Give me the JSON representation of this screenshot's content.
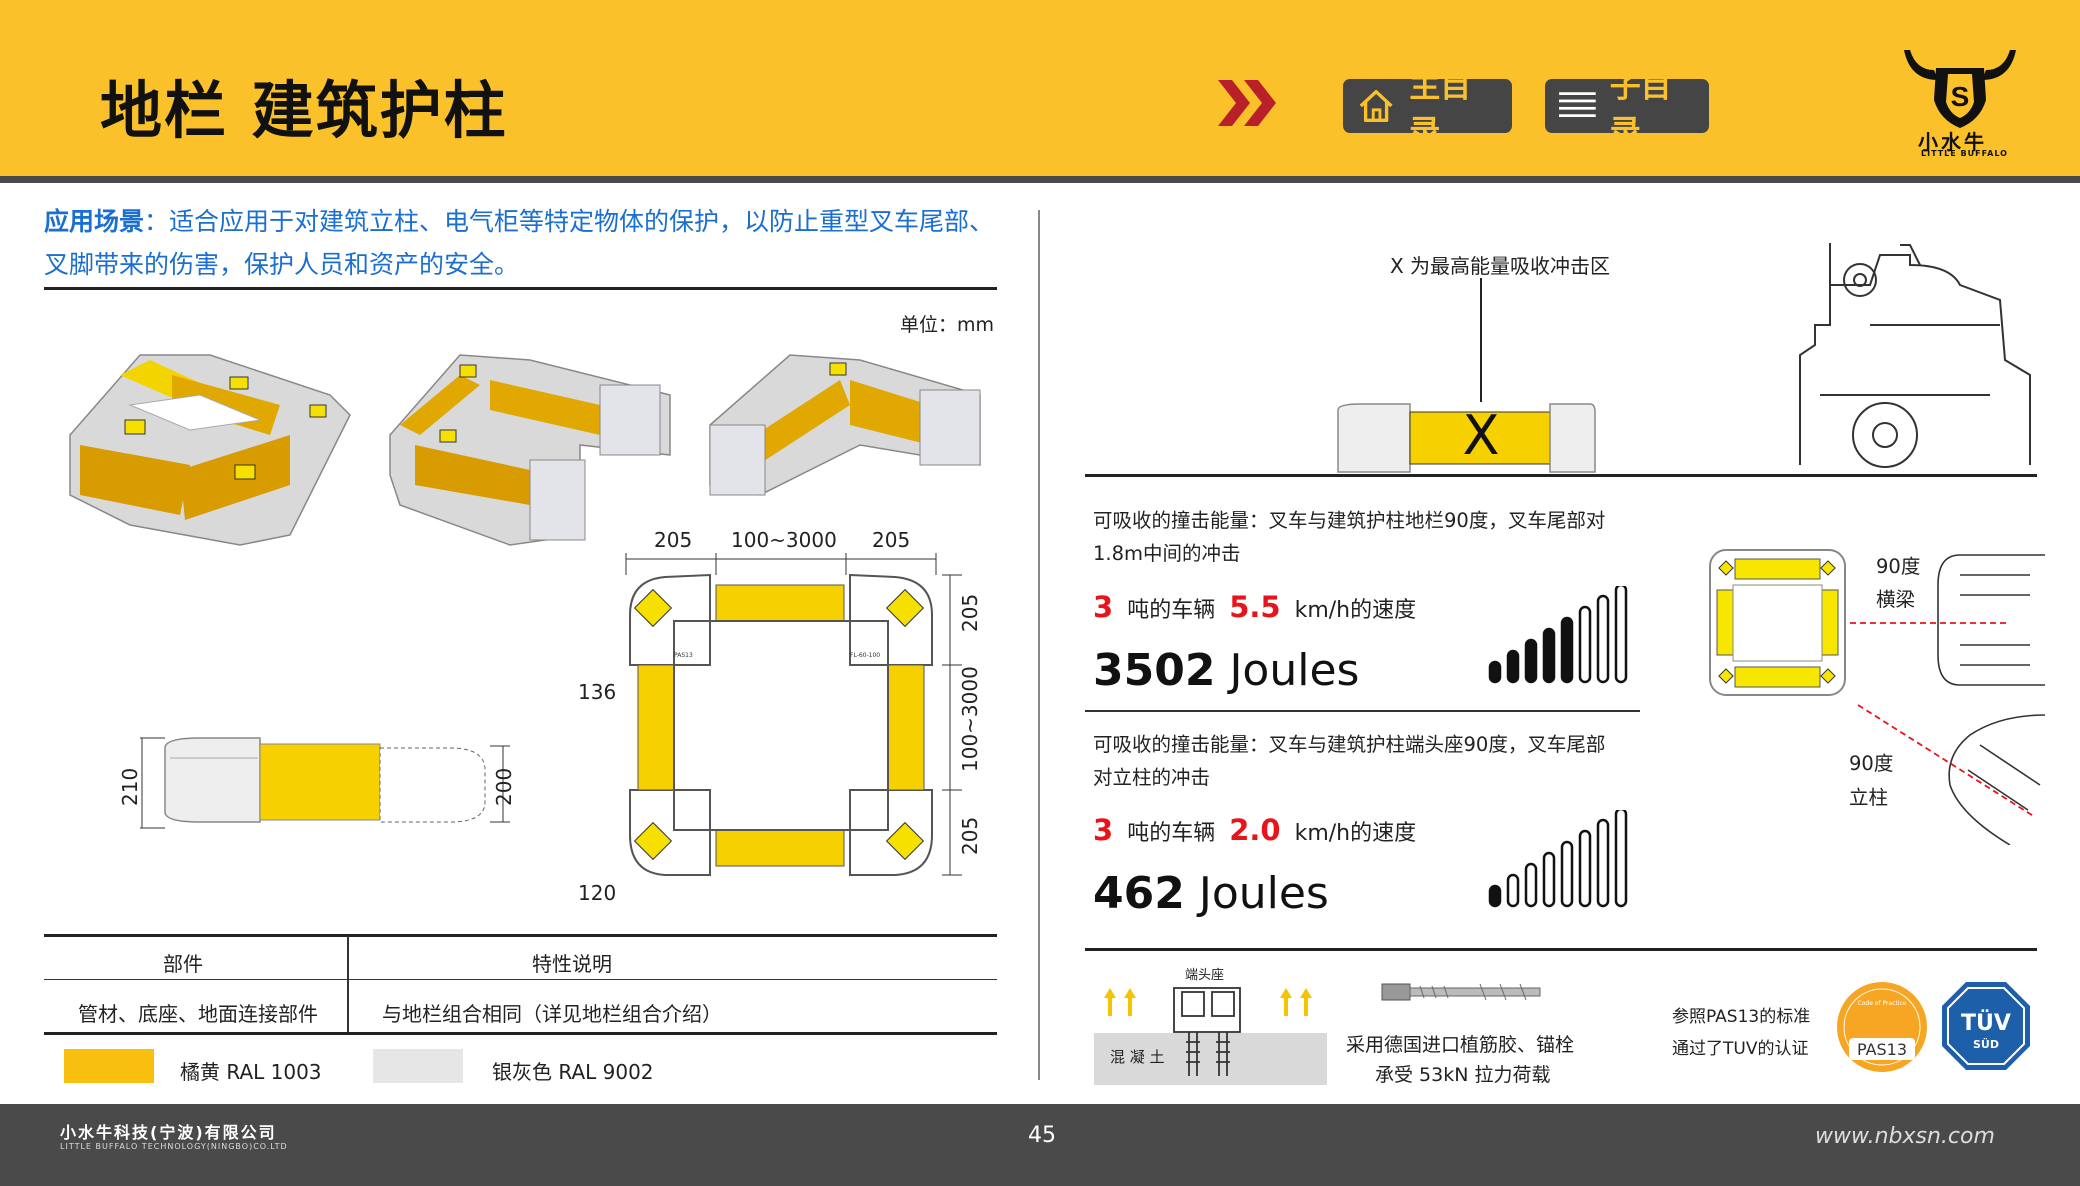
{
  "header": {
    "title": "地栏 建筑护柱",
    "nav_main": "主目录",
    "nav_sub": "子目录",
    "logo_cn": "小水牛",
    "logo_en": "LITTLE BUFFALO",
    "logo_letter": "S"
  },
  "intro": {
    "label": "应用场景",
    "text": "：适合应用于对建筑立柱、电气柜等特定物体的保护，以防止重型叉车尾部、叉脚带来的伤害，保护人员和资产的安全。"
  },
  "unit": "单位：mm",
  "dims": {
    "top_a": "205",
    "top_b": "100~3000",
    "top_c": "205",
    "right_a": "205",
    "right_b": "100~3000",
    "right_c": "205",
    "left_136": "136",
    "bottom_120": "120",
    "side_210": "210",
    "side_200": "200"
  },
  "plan_labels": {
    "small_a": "PAS13",
    "small_b": "FL-60-100"
  },
  "table": {
    "headers": [
      "部件",
      "特性说明"
    ],
    "row": [
      "管材、底座、地面连接部件",
      "与地栏组合相同（详见地栏组合介绍）"
    ]
  },
  "colors": [
    {
      "name": "橘黄  RAL 1003",
      "hex": "#f9bf0f"
    },
    {
      "name": "银灰色  RAL 9002",
      "hex": "#e6e6e6"
    }
  ],
  "impact_zone": {
    "label": "X 为最高能量吸收冲击区",
    "mark": "X"
  },
  "impact1": {
    "desc": "可吸收的撞击能量：叉车与建筑护柱地栏90度，叉车尾部对1.8m中间的冲击",
    "tons": "3",
    "tons_text": "吨的车辆",
    "speed": "5.5",
    "speed_text": "km/h的速度",
    "joules_num": "3502",
    "joules_unit": " Joules",
    "level": 5
  },
  "impact2": {
    "desc": "可吸收的撞击能量：叉车与建筑护柱端头座90度，叉车尾部对立柱的冲击",
    "tons": "3",
    "tons_text": "吨的车辆",
    "speed": "2.0",
    "speed_text": "km/h的速度",
    "joules_num": "462",
    "joules_unit": " Joules",
    "level": 1
  },
  "side_labels": {
    "beam_a": "90度",
    "beam_b": "横梁",
    "post_a": "90度",
    "post_b": "立柱"
  },
  "install": {
    "base_label": "端头座",
    "concrete": "混 凝 土",
    "anchor_a": "采用德国进口植筋胶、锚栓",
    "anchor_b": "承受 53kN 拉力荷载",
    "cert_a": "参照PAS13的标准",
    "cert_b": "通过了TUV的认证",
    "pas_badge": "PAS13",
    "pas_small": "Code of Practice for Workplace Safety Barriers",
    "tuv_a": "TÜV",
    "tuv_b": "SÜD"
  },
  "footer": {
    "company_cn": "小水牛科技(宁波)有限公司",
    "company_en": "LITTLE BUFFALO TECHNOLOGY(NINGBO)CO.LTD",
    "page": "45",
    "site": "www.nbxsn.com"
  }
}
